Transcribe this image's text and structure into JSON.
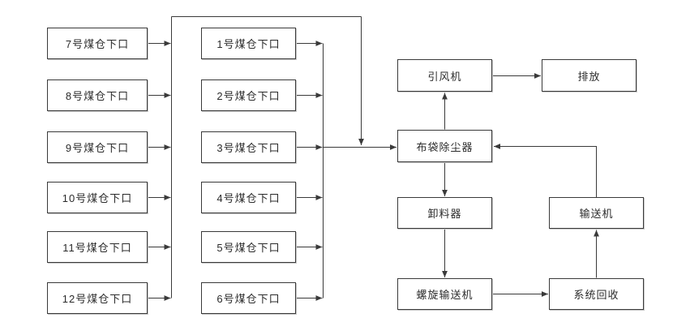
{
  "diagram": {
    "nodes": {
      "bunker7": {
        "label": "7号煤仓下口"
      },
      "bunker8": {
        "label": "8号煤仓下口"
      },
      "bunker9": {
        "label": "9号煤仓下口"
      },
      "bunker10": {
        "label": "10号煤仓下口"
      },
      "bunker11": {
        "label": "11号煤仓下口"
      },
      "bunker12": {
        "label": "12号煤仓下口"
      },
      "bunker1": {
        "label": "1号煤仓下口"
      },
      "bunker2": {
        "label": "2号煤仓下口"
      },
      "bunker3": {
        "label": "3号煤仓下口"
      },
      "bunker4": {
        "label": "4号煤仓下口"
      },
      "bunker5": {
        "label": "5号煤仓下口"
      },
      "bunker6": {
        "label": "6号煤仓下口"
      },
      "fan": {
        "label": "引风机"
      },
      "discharge": {
        "label": "排放"
      },
      "bag_filter": {
        "label": "布袋除尘器"
      },
      "unloader": {
        "label": "卸料器"
      },
      "conveyor": {
        "label": "输送机"
      },
      "screw_conveyor": {
        "label": "螺旋输送机"
      },
      "recovery": {
        "label": "系统回收"
      }
    },
    "edges": [
      {
        "from": "7号煤仓下口",
        "to": "布袋除尘器"
      },
      {
        "from": "8号煤仓下口",
        "to": "布袋除尘器"
      },
      {
        "from": "9号煤仓下口",
        "to": "布袋除尘器"
      },
      {
        "from": "10号煤仓下口",
        "to": "布袋除尘器"
      },
      {
        "from": "11号煤仓下口",
        "to": "布袋除尘器"
      },
      {
        "from": "12号煤仓下口",
        "to": "布袋除尘器"
      },
      {
        "from": "1号煤仓下口",
        "to": "布袋除尘器"
      },
      {
        "from": "2号煤仓下口",
        "to": "布袋除尘器"
      },
      {
        "from": "3号煤仓下口",
        "to": "布袋除尘器"
      },
      {
        "from": "4号煤仓下口",
        "to": "布袋除尘器"
      },
      {
        "from": "5号煤仓下口",
        "to": "布袋除尘器"
      },
      {
        "from": "6号煤仓下口",
        "to": "布袋除尘器"
      },
      {
        "from": "布袋除尘器",
        "to": "引风机"
      },
      {
        "from": "引风机",
        "to": "排放"
      },
      {
        "from": "布袋除尘器",
        "to": "卸料器"
      },
      {
        "from": "卸料器",
        "to": "螺旋输送机"
      },
      {
        "from": "螺旋输送机",
        "to": "系统回收"
      },
      {
        "from": "系统回收",
        "to": "输送机"
      },
      {
        "from": "输送机",
        "to": "布袋除尘器"
      }
    ],
    "colors": {
      "line": "#3a3a3a",
      "background": "#ffffff"
    }
  }
}
